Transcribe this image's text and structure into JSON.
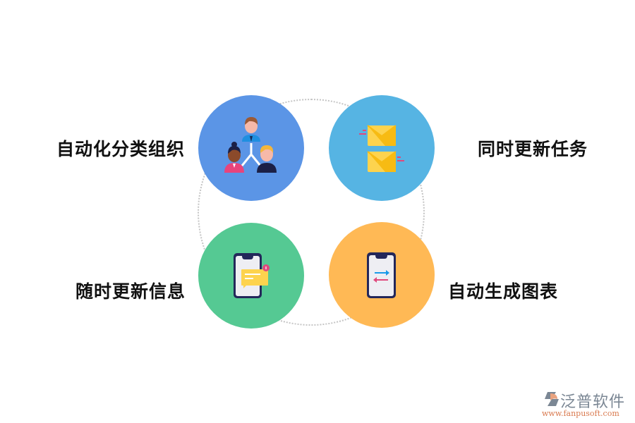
{
  "diagram": {
    "nodes": [
      {
        "id": "org",
        "label": "自动化分类组织",
        "icon": "team-hierarchy-icon",
        "color": "#5b95e6"
      },
      {
        "id": "tasks",
        "label": "同时更新任务",
        "icon": "envelopes-icon",
        "color": "#56b4e3"
      },
      {
        "id": "info",
        "label": "随时更新信息",
        "icon": "phone-message-icon",
        "color": "#55c993"
      },
      {
        "id": "charts",
        "label": "自动生成图表",
        "icon": "phone-sync-icon",
        "color": "#ffb955"
      }
    ],
    "ring_color": "#c4c4c4"
  },
  "logo": {
    "name": "泛普软件",
    "url": "www.fanpusoft.com"
  }
}
